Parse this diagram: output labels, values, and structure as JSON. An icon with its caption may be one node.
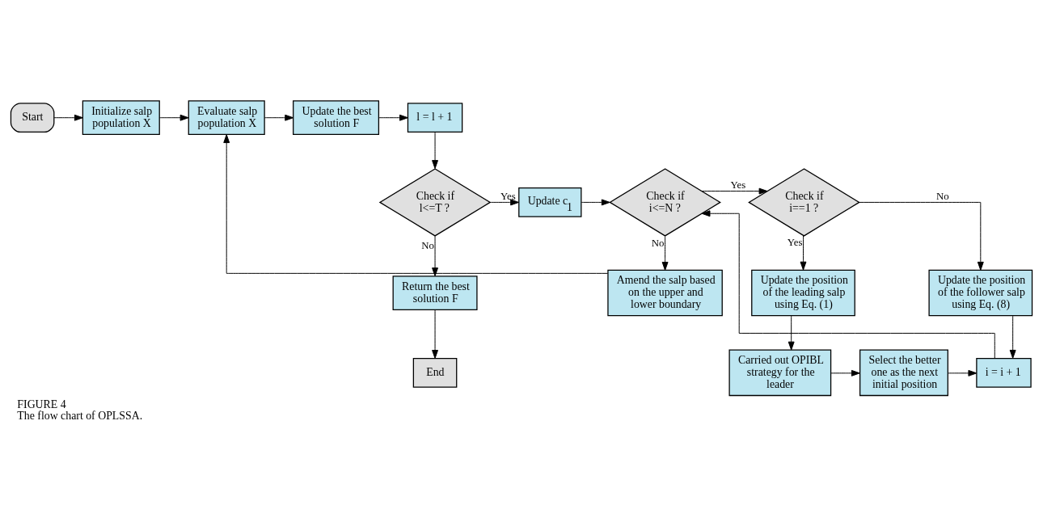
{
  "diagram": {
    "title": "FIGURE 4",
    "caption": "The flow chart of OPLSSA.",
    "nodes": [
      {
        "text": [
          "Start"
        ]
      },
      {
        "text": [
          "Initialize salp population X"
        ]
      },
      {
        "text": [
          "Evaluate salp population X"
        ]
      },
      {
        "text": [
          "Update the best solution F"
        ]
      },
      {
        "text": [
          "l = l + 1"
        ]
      },
      {
        "text": [
          "Check if l<=T ?"
        ]
      },
      {
        "text": [
          "Update c$_{1}$"
        ]
      },
      {
        "text": [
          "Check if i<=N ?"
        ]
      },
      {
        "text": [
          "Check if i==1 ?"
        ]
      },
      {
        "text": [
          "Update the position of the leading salp using Eq. (1)"
        ]
      },
      {
        "text": [
          "Update the position of the follower salp using Eq. (8)"
        ]
      },
      {
        "text": [
          "Amend the salp based on the upper and lower boundary"
        ]
      },
      {
        "text": [
          "Return the best solution F"
        ]
      },
      {
        "text": [
          "Carried out OPIBL strategy for the leader"
        ]
      },
      {
        "text": [
          "Select the better one as the next initial position"
        ]
      },
      {
        "text": [
          "i = i + 1"
        ]
      },
      {
        "text": [
          "End"
        ]
      }
    ],
    "edges": [
      {
        "from": 0,
        "to": 1,
        "arrow": "to"
      },
      {
        "from": 1,
        "to": 2,
        "arrow": "to"
      },
      {
        "from": 2,
        "to": 3,
        "arrow": "to"
      },
      {
        "from": 3,
        "to": 4,
        "arrow": "to"
      },
      {
        "from": 4,
        "to": 5,
        "arrow": "to"
      },
      {
        "from": 5,
        "to": 6,
        "arrow": "to",
        "label": "Yes"
      },
      {
        "from": 5,
        "to": 12,
        "arrow": "to",
        "label": "No"
      },
      {
        "from": 6,
        "to": 7,
        "arrow": "to"
      },
      {
        "from": 7,
        "to": 8,
        "arrow": "to",
        "label": "Yes"
      },
      {
        "from": 7,
        "to": 11,
        "arrow": "to",
        "label": "No"
      },
      {
        "from": 8,
        "to": 9,
        "arrow": "to",
        "label": "Yes"
      },
      {
        "from": 8,
        "to": 10,
        "arrow": "to",
        "label": "No"
      },
      {
        "from": 9,
        "to": 13,
        "arrow": "to"
      },
      {
        "from": 13,
        "to": 14,
        "arrow": "to"
      },
      {
        "from": 14,
        "to": 15,
        "arrow": "to"
      },
      {
        "from": 10,
        "to": 15,
        "arrow": "to"
      },
      {
        "from": 15,
        "to": 7,
        "arrow": "to"
      },
      {
        "from": 11,
        "to": 2,
        "arrow": "to"
      },
      {
        "from": 12,
        "to": 16,
        "arrow": "to"
      }
    ]
  }
}
